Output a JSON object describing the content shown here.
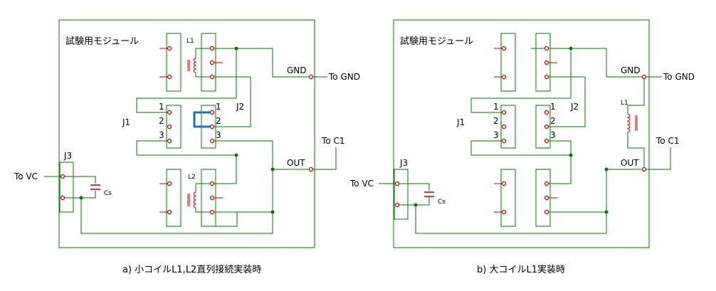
{
  "diagram_a": {
    "module_label": "試験用モジュール",
    "j1": "J1",
    "j2": "J2",
    "j3": "J3",
    "pin1": "1",
    "pin2": "2",
    "pin3": "3",
    "l1": "L1",
    "l2": "L2",
    "cs": "Cs",
    "gnd": "GND",
    "out": "OUT",
    "to_gnd": "To GND",
    "to_c1": "To C1",
    "to_vc": "To VC",
    "caption": "a) 小コイルL1,L2直列接続実装時"
  },
  "diagram_b": {
    "module_label": "試験用モジュール",
    "j1": "J1",
    "j2": "J2",
    "j3": "J3",
    "pin1": "1",
    "pin2": "2",
    "pin3": "3",
    "l1": "L1",
    "cs": "Cs",
    "gnd": "GND",
    "out": "OUT",
    "to_gnd": "To GND",
    "to_c1": "To C1",
    "to_vc": "To VC",
    "caption": "b) 大コイルL1実装時"
  },
  "colors": {
    "wire": "#007a00",
    "pin": "#c00000",
    "jumper": "#1f6fb5",
    "outline": "#007a00"
  }
}
